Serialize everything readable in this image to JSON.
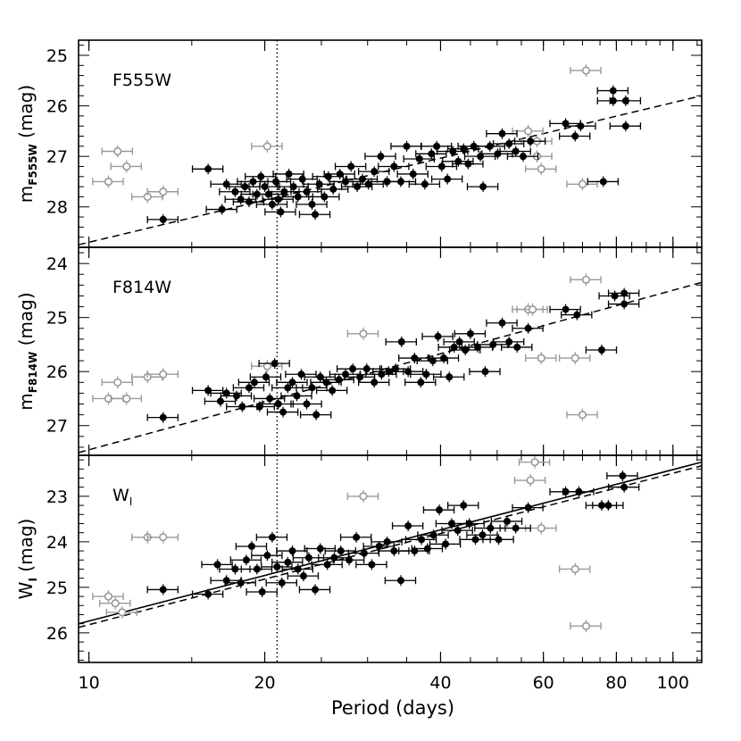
{
  "chart_data": {
    "type": "scatter",
    "xlabel": "Period (days)",
    "xscale": "log",
    "xlim": [
      9.6,
      112
    ],
    "xticks": [
      10,
      20,
      40,
      60,
      80,
      100
    ],
    "vline_x": 21,
    "panels": [
      {
        "id": "f555w",
        "label": "F555W",
        "ylabel_main": "m",
        "ylabel_sub": "F555W",
        "ylabel_unit": " (mag)",
        "ylim": [
          28.8,
          24.7
        ],
        "yticks": [
          25,
          26,
          27,
          28
        ],
        "fit": [
          [
            9.6,
            28.75
          ],
          [
            112,
            25.8
          ]
        ],
        "outliers": [
          [
            10.8,
            27.5
          ],
          [
            11.2,
            26.9
          ],
          [
            11.6,
            27.2
          ],
          [
            12.6,
            27.8
          ],
          [
            13.4,
            27.7
          ],
          [
            20.2,
            26.8
          ],
          [
            56.5,
            26.5
          ],
          [
            58.5,
            26.7
          ],
          [
            59.5,
            27.25
          ],
          [
            58.5,
            27.0
          ],
          [
            71,
            25.3
          ],
          [
            70,
            27.55
          ]
        ],
        "points": [
          [
            13.4,
            28.25
          ],
          [
            16.0,
            27.25
          ],
          [
            16.9,
            28.05
          ],
          [
            17.2,
            27.55
          ],
          [
            17.8,
            27.7
          ],
          [
            18.2,
            27.85
          ],
          [
            18.5,
            27.6
          ],
          [
            18.8,
            27.9
          ],
          [
            19.1,
            27.5
          ],
          [
            19.4,
            27.75
          ],
          [
            19.7,
            27.4
          ],
          [
            20.0,
            27.6
          ],
          [
            20.3,
            27.75
          ],
          [
            20.6,
            27.95
          ],
          [
            20.9,
            27.5
          ],
          [
            21.1,
            27.85
          ],
          [
            21.3,
            28.1
          ],
          [
            21.6,
            27.7
          ],
          [
            22.0,
            27.35
          ],
          [
            22.4,
            27.6
          ],
          [
            22.8,
            27.8
          ],
          [
            23.2,
            27.45
          ],
          [
            23.6,
            27.7
          ],
          [
            24.1,
            27.95
          ],
          [
            24.4,
            28.15
          ],
          [
            24.8,
            27.55
          ],
          [
            25.3,
            27.8
          ],
          [
            25.7,
            27.4
          ],
          [
            26.2,
            27.65
          ],
          [
            26.9,
            27.35
          ],
          [
            27.5,
            27.5
          ],
          [
            28.1,
            27.2
          ],
          [
            28.8,
            27.6
          ],
          [
            29.4,
            27.45
          ],
          [
            30.1,
            27.55
          ],
          [
            30.8,
            27.3
          ],
          [
            31.6,
            27.0
          ],
          [
            32.4,
            27.5
          ],
          [
            33.3,
            27.2
          ],
          [
            34.2,
            27.5
          ],
          [
            35.0,
            26.8
          ],
          [
            35.9,
            27.35
          ],
          [
            36.8,
            27.05
          ],
          [
            37.6,
            27.55
          ],
          [
            38.6,
            26.95
          ],
          [
            39.4,
            26.8
          ],
          [
            40.2,
            27.2
          ],
          [
            41.1,
            27.45
          ],
          [
            42.0,
            26.9
          ],
          [
            42.9,
            27.1
          ],
          [
            43.8,
            26.85
          ],
          [
            44.6,
            27.15
          ],
          [
            45.6,
            26.8
          ],
          [
            46.8,
            27.0
          ],
          [
            47.3,
            27.6
          ],
          [
            48.6,
            26.8
          ],
          [
            50.1,
            26.95
          ],
          [
            51.0,
            26.55
          ],
          [
            52.4,
            26.75
          ],
          [
            53.8,
            26.9
          ],
          [
            55.4,
            27.0
          ],
          [
            57.0,
            26.7
          ],
          [
            65.5,
            26.35
          ],
          [
            68.0,
            26.6
          ],
          [
            69.5,
            26.4
          ],
          [
            76.0,
            27.5
          ],
          [
            79.0,
            25.7
          ],
          [
            79.0,
            25.9
          ],
          [
            83.0,
            25.9
          ],
          [
            83.0,
            26.4
          ]
        ]
      },
      {
        "id": "f814w",
        "label": "F814W",
        "ylabel_main": "m",
        "ylabel_sub": "F814W",
        "ylabel_unit": " (mag)",
        "ylim": [
          27.55,
          23.7
        ],
        "yticks": [
          24,
          25,
          26,
          27
        ],
        "fit": [
          [
            9.6,
            27.5
          ],
          [
            112,
            24.35
          ]
        ],
        "outliers": [
          [
            10.8,
            26.5
          ],
          [
            11.2,
            26.2
          ],
          [
            11.6,
            26.5
          ],
          [
            12.6,
            26.1
          ],
          [
            13.4,
            26.05
          ],
          [
            20.2,
            25.9
          ],
          [
            29.5,
            25.3
          ],
          [
            56.5,
            24.85
          ],
          [
            57.5,
            24.85
          ],
          [
            59.5,
            25.75
          ],
          [
            68.0,
            25.75
          ],
          [
            71,
            24.3
          ],
          [
            70,
            26.8
          ]
        ],
        "points": [
          [
            13.4,
            26.85
          ],
          [
            16.0,
            26.35
          ],
          [
            16.8,
            26.55
          ],
          [
            17.2,
            26.4
          ],
          [
            17.9,
            26.45
          ],
          [
            18.3,
            26.65
          ],
          [
            18.8,
            26.3
          ],
          [
            19.2,
            26.2
          ],
          [
            19.6,
            26.65
          ],
          [
            20.1,
            26.1
          ],
          [
            20.4,
            26.5
          ],
          [
            20.8,
            25.85
          ],
          [
            21.1,
            26.6
          ],
          [
            21.5,
            26.75
          ],
          [
            21.9,
            26.3
          ],
          [
            22.3,
            26.2
          ],
          [
            22.7,
            26.45
          ],
          [
            23.1,
            26.05
          ],
          [
            23.6,
            26.6
          ],
          [
            24.1,
            26.3
          ],
          [
            24.5,
            26.8
          ],
          [
            24.9,
            26.1
          ],
          [
            25.5,
            26.2
          ],
          [
            26.1,
            26.35
          ],
          [
            26.8,
            26.15
          ],
          [
            27.5,
            26.05
          ],
          [
            28.3,
            25.95
          ],
          [
            29.1,
            26.1
          ],
          [
            29.9,
            25.95
          ],
          [
            30.8,
            26.2
          ],
          [
            31.7,
            26.05
          ],
          [
            32.6,
            26.0
          ],
          [
            33.5,
            25.95
          ],
          [
            34.3,
            25.45
          ],
          [
            35.2,
            26.0
          ],
          [
            36.1,
            25.75
          ],
          [
            37.0,
            26.2
          ],
          [
            37.8,
            26.05
          ],
          [
            38.8,
            25.8
          ],
          [
            39.6,
            25.35
          ],
          [
            40.5,
            25.75
          ],
          [
            41.4,
            26.1
          ],
          [
            42.2,
            25.55
          ],
          [
            43.1,
            25.45
          ],
          [
            44.1,
            25.6
          ],
          [
            45.0,
            25.3
          ],
          [
            46.3,
            25.55
          ],
          [
            47.7,
            26.0
          ],
          [
            49.2,
            25.5
          ],
          [
            51.0,
            25.1
          ],
          [
            52.4,
            25.45
          ],
          [
            54.1,
            25.55
          ],
          [
            56.5,
            25.2
          ],
          [
            65.5,
            24.85
          ],
          [
            68.5,
            24.95
          ],
          [
            75.5,
            25.6
          ],
          [
            79.5,
            24.6
          ],
          [
            82.5,
            24.55
          ],
          [
            82.5,
            24.75
          ]
        ]
      },
      {
        "id": "wi",
        "label": "W",
        "label_sub": "I",
        "ylabel_main": "W",
        "ylabel_sub": "I",
        "ylabel_unit": " (mag)",
        "ylim": [
          26.65,
          22.1
        ],
        "yticks": [
          23,
          24,
          25,
          26
        ],
        "fit": [
          [
            9.6,
            25.88
          ],
          [
            112,
            22.33
          ]
        ],
        "fit2": [
          [
            9.6,
            25.8
          ],
          [
            112,
            22.25
          ]
        ],
        "outliers": [
          [
            10.8,
            25.2
          ],
          [
            11.1,
            25.35
          ],
          [
            11.4,
            25.55
          ],
          [
            12.6,
            23.9
          ],
          [
            13.4,
            23.9
          ],
          [
            29.5,
            23.0
          ],
          [
            57.0,
            22.65
          ],
          [
            58.0,
            22.25
          ],
          [
            59.5,
            23.7
          ],
          [
            68.0,
            24.6
          ],
          [
            71,
            25.85
          ]
        ],
        "points": [
          [
            13.4,
            25.05
          ],
          [
            16.0,
            25.15
          ],
          [
            16.6,
            24.5
          ],
          [
            17.2,
            24.85
          ],
          [
            17.8,
            24.6
          ],
          [
            18.2,
            24.9
          ],
          [
            18.6,
            24.4
          ],
          [
            19.0,
            24.1
          ],
          [
            19.4,
            24.6
          ],
          [
            19.8,
            25.1
          ],
          [
            20.2,
            24.3
          ],
          [
            20.6,
            23.9
          ],
          [
            21.0,
            24.55
          ],
          [
            21.4,
            24.9
          ],
          [
            21.9,
            24.45
          ],
          [
            22.3,
            24.2
          ],
          [
            22.8,
            24.6
          ],
          [
            23.3,
            24.75
          ],
          [
            23.8,
            24.35
          ],
          [
            24.4,
            25.05
          ],
          [
            24.9,
            24.15
          ],
          [
            25.6,
            24.5
          ],
          [
            26.3,
            24.35
          ],
          [
            27.0,
            24.2
          ],
          [
            27.9,
            24.4
          ],
          [
            28.7,
            23.9
          ],
          [
            29.6,
            24.25
          ],
          [
            30.5,
            24.5
          ],
          [
            31.4,
            24.1
          ],
          [
            32.4,
            24.0
          ],
          [
            33.3,
            24.2
          ],
          [
            34.2,
            24.85
          ],
          [
            35.2,
            23.65
          ],
          [
            36.1,
            24.2
          ],
          [
            37.1,
            23.95
          ],
          [
            38.0,
            24.15
          ],
          [
            38.9,
            23.85
          ],
          [
            39.8,
            23.3
          ],
          [
            40.8,
            24.05
          ],
          [
            41.8,
            23.6
          ],
          [
            42.8,
            23.75
          ],
          [
            43.8,
            23.2
          ],
          [
            44.8,
            23.6
          ],
          [
            45.9,
            23.95
          ],
          [
            47.2,
            23.85
          ],
          [
            48.7,
            23.7
          ],
          [
            50.3,
            23.95
          ],
          [
            52.0,
            23.55
          ],
          [
            53.8,
            23.7
          ],
          [
            56.5,
            23.25
          ],
          [
            65.5,
            22.9
          ],
          [
            69.0,
            22.9
          ],
          [
            75.5,
            23.2
          ],
          [
            77.5,
            23.2
          ],
          [
            82.0,
            22.55
          ],
          [
            82.5,
            22.8
          ]
        ]
      }
    ],
    "colors": {
      "points": "#000000",
      "outliers": "#999999",
      "axes": "#000000"
    }
  }
}
